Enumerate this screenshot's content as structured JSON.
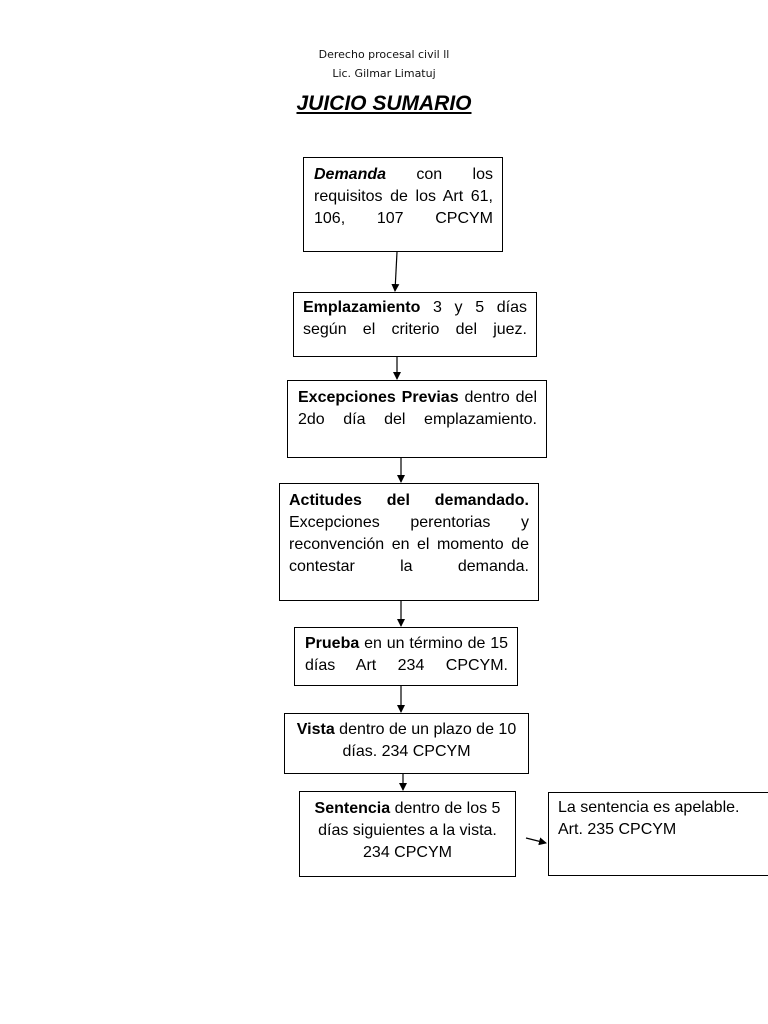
{
  "header": {
    "course": "Derecho procesal civil ll",
    "professor": "Lic. Gilmar Limatuj"
  },
  "title": "JUICIO SUMARIO",
  "steps": [
    {
      "bold": "Demanda",
      "rest": " con los requisitos de los Art 61, 106, 107 CPCYM"
    },
    {
      "bold": "Emplazamiento",
      "rest": " 3 y 5 días según el criterio del juez."
    },
    {
      "bold": "Excepciones Previas",
      "rest": " dentro del 2do día del emplazamiento."
    },
    {
      "bold": "Actitudes del demandado.",
      "rest": " Excepciones perentorias y reconvención en el momento de contestar la demanda."
    },
    {
      "bold": "Prueba",
      "rest": " en un término de 15 días Art 234 CPCYM."
    },
    {
      "bold": "Vista",
      "rest": " dentro de un plazo de 10 días. 234 CPCYM"
    },
    {
      "bold": "Sentencia",
      "rest": " dentro de los 5 días siguientes a la vista. 234 CPCYM"
    }
  ],
  "side_note": "La sentencia es apelable. Art. 235 CPCYM"
}
